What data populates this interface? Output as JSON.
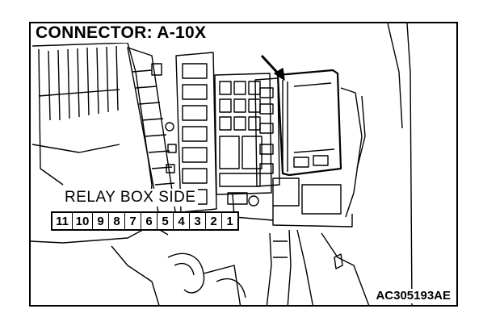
{
  "title": "CONNECTOR: A-10X",
  "side_label": "RELAY BOX SIDE",
  "pins": [
    "11",
    "10",
    "9",
    "8",
    "7",
    "6",
    "5",
    "4",
    "3",
    "2",
    "1"
  ],
  "code": "AC305193AE",
  "colors": {
    "line": "#000000",
    "background": "#ffffff"
  }
}
